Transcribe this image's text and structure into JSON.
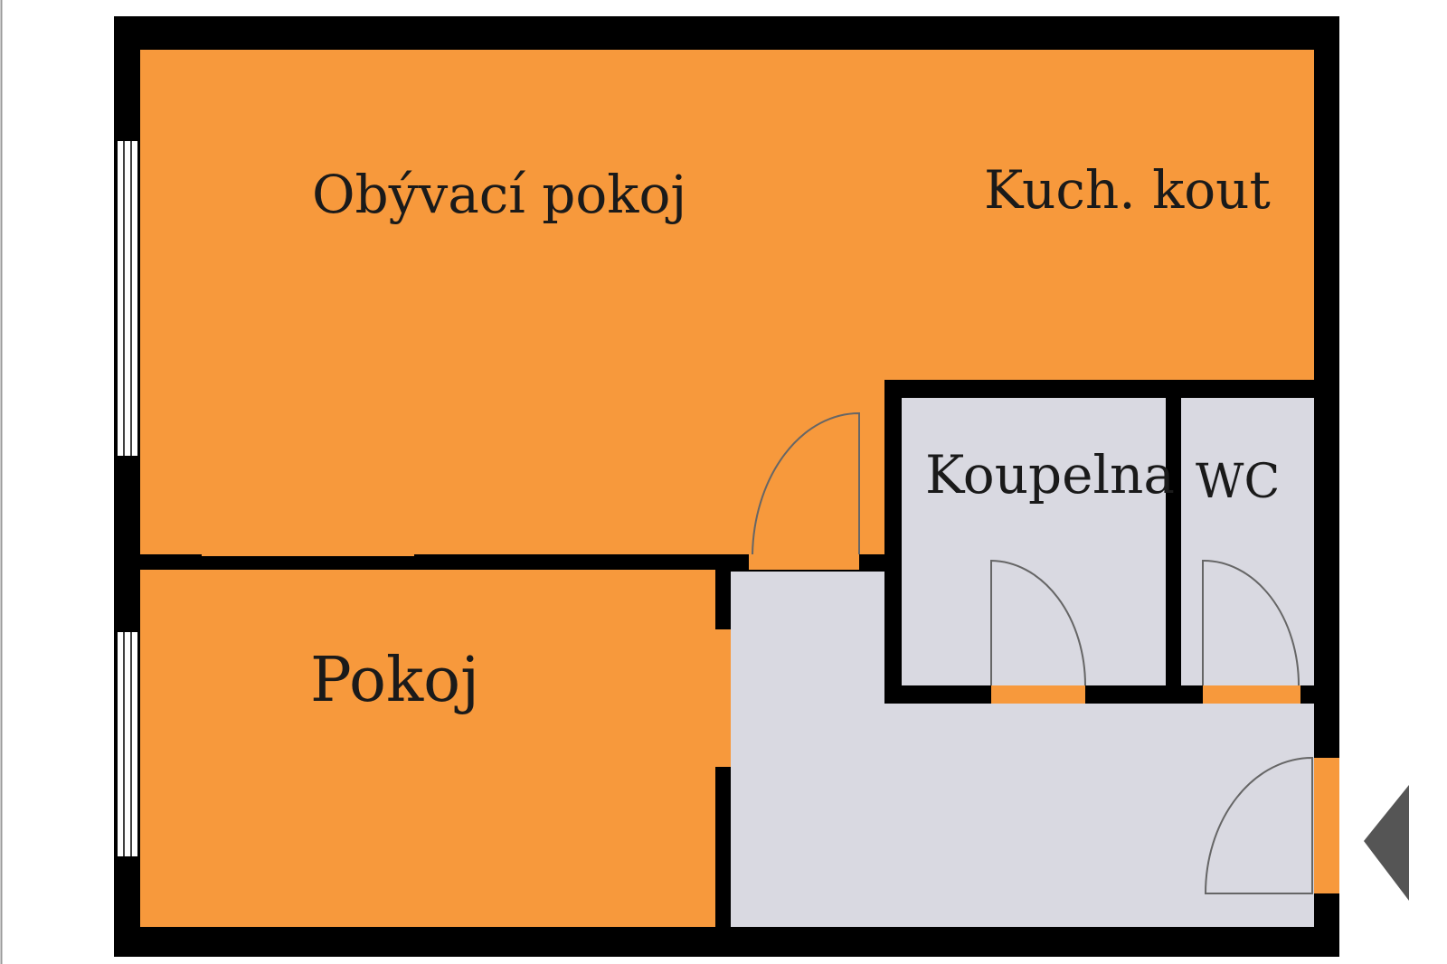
{
  "colors": {
    "wall": "#000000",
    "living_area": "#f7993c",
    "wet_area": "#d9d9e1",
    "entrance_marker": "#555555",
    "background": "#ffffff"
  },
  "rooms": {
    "living_room": {
      "label": "Obývací pokoj"
    },
    "kitchenette": {
      "label": "Kuch. kout"
    },
    "bathroom": {
      "label": "Koupelna"
    },
    "wc": {
      "label": "WC"
    },
    "bedroom": {
      "label": "Pokoj"
    }
  },
  "icons": {
    "entrance": "entrance-arrow-icon",
    "door_swing": "door-swing-icon",
    "window": "window-icon"
  }
}
